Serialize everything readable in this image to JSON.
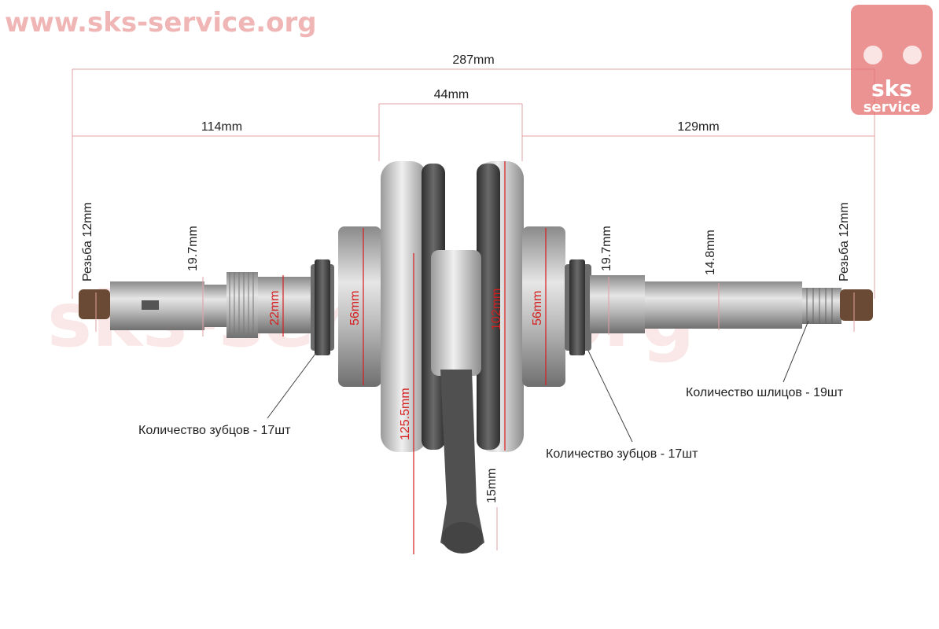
{
  "watermark": {
    "url_top": "www.sks-service.org",
    "url_center": "sks-service.org",
    "logo_line1": "sks",
    "logo_line2": "service"
  },
  "dimensions": {
    "overall_length": "287mm",
    "left_shaft_length": "114mm",
    "flywheel_width": "44mm",
    "right_shaft_length": "129mm",
    "left_thread": "Резьба 12mm",
    "right_thread": "Резьба 12mm",
    "left_shaft_diameter": "19.7mm",
    "right_shaft_diameter": "19.7mm",
    "right_end_diameter": "14.8mm",
    "left_gear_diameter": "22mm",
    "left_bearing_diameter": "56mm",
    "right_bearing_diameter": "56mm",
    "web_diameter": "102mm",
    "conrod_length": "125.5mm",
    "conrod_eye": "15mm"
  },
  "callouts": {
    "left_gear_teeth": "Количество зубцов - 17шт",
    "right_gear_teeth": "Количество зубцов - 17шт",
    "spline_count": "Количество шлицов - 19шт"
  },
  "colors": {
    "dimension_line": "#e0a0a0",
    "red_text": "#d61e1e",
    "watermark": "#f3c7c7",
    "logo_bg": "#e46f6f",
    "steel": "#b8b8b8"
  }
}
